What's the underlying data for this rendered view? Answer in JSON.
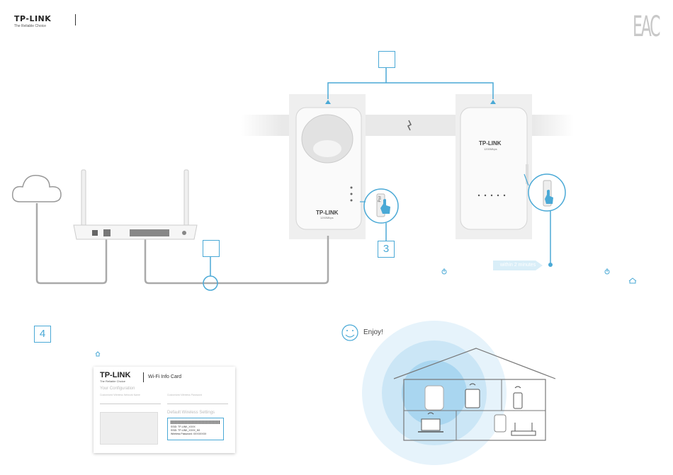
{
  "header": {
    "brand": "TP-LINK",
    "tagline": "The Reliable Choice",
    "cert_mark": "EAC"
  },
  "steps": {
    "top_label": "",
    "left_label": "",
    "pair_step": "3",
    "card_step": "4"
  },
  "adapters": {
    "left_brand": "TP-LINK",
    "right_brand": "TP-LINK",
    "right_model": "1200Mbps",
    "left_model": "1200Mbps",
    "pair_label": "Pair"
  },
  "timing": {
    "within": "within 2 minutes"
  },
  "wifi_card": {
    "brand": "TP-LINK",
    "tagline": "The Reliable Choice",
    "title": "Wi-Fi Info Card",
    "config_heading": "Your Configuration",
    "network_name_label": "Customized Wireless Network Name",
    "password_label": "Customized Wireless Password",
    "default_heading": "Default Wireless Settings",
    "ssid1": "SSID: TP-LINK_XXXX",
    "ssid2": "SSID: TP-LINK_XXXX_5G",
    "wifi_password": "Wireless Password: XXXXXXXX"
  },
  "enjoy": {
    "label": "Enjoy!"
  },
  "colors": {
    "accent": "#4aa9d6",
    "cable": "#999999",
    "band": "#e9e9e9"
  }
}
